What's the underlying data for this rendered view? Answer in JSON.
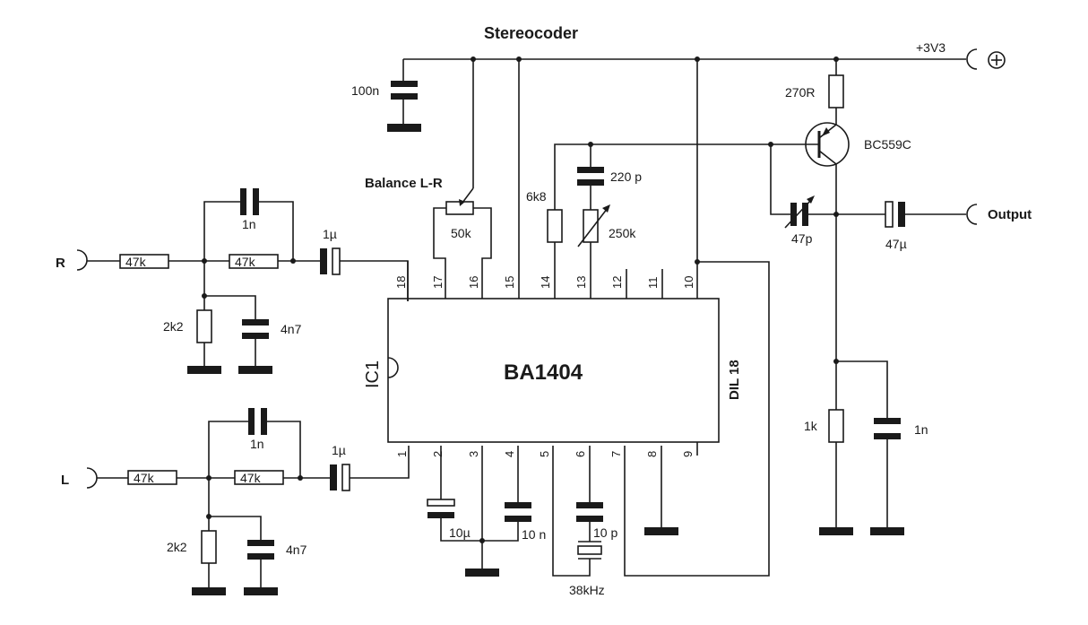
{
  "title": "Stereocoder",
  "supply": {
    "voltage": "+3V3",
    "plus_symbol": "⊕"
  },
  "ic": {
    "designator": "IC1",
    "part": "BA1404",
    "package": "DIL 18",
    "top_pins": [
      "18",
      "17",
      "16",
      "15",
      "14",
      "13",
      "12",
      "11",
      "10"
    ],
    "bottom_pins": [
      "1",
      "2",
      "3",
      "4",
      "5",
      "6",
      "7",
      "8",
      "9"
    ]
  },
  "inputs": {
    "right": "R",
    "left": "L"
  },
  "output": {
    "label": "Output"
  },
  "right_channel": {
    "r_series1": "47k",
    "r_series2": "47k",
    "c_bridge": "1n",
    "r_shunt": "2k2",
    "c_shunt": "4n7",
    "c_coupling": "1µ"
  },
  "left_channel": {
    "r_series1": "47k",
    "r_series2": "47k",
    "c_bridge": "1n",
    "r_shunt": "2k2",
    "c_shunt": "4n7",
    "c_coupling": "1µ"
  },
  "supply_decoupling": "100n",
  "balance": {
    "label": "Balance L-R",
    "value": "50k"
  },
  "pilot": {
    "r_fixed": "6k8",
    "c": "220 p",
    "r_trim": "250k"
  },
  "transistor": {
    "type": "BC559C",
    "r_emitter": "270R",
    "r_collector": "1k",
    "c_out": "1n",
    "c_trim": "47p",
    "c_coupling": "47µ"
  },
  "bottom_parts": {
    "c_pin2": "10µ",
    "c_pin4": "10 n",
    "c_pin6": "10 p",
    "crystal": "38kHz"
  }
}
